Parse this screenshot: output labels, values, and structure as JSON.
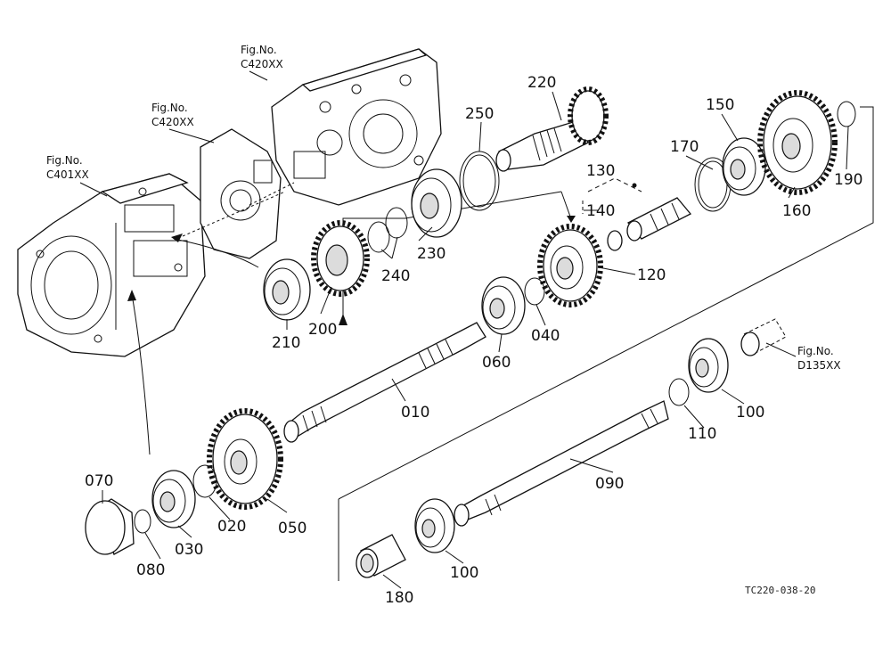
{
  "refs": [
    {
      "id": "ref-c401",
      "line1": "Fig.No.",
      "line2": "C401XX"
    },
    {
      "id": "ref-c420a",
      "line1": "Fig.No.",
      "line2": "C420XX"
    },
    {
      "id": "ref-c420b",
      "line1": "Fig.No.",
      "line2": "C420XX"
    },
    {
      "id": "ref-d135",
      "line1": "Fig.No.",
      "line2": "D135XX"
    }
  ],
  "labels": {
    "p010": "010",
    "p020": "020",
    "p030": "030",
    "p040": "040",
    "p050": "050",
    "p060": "060",
    "p070": "070",
    "p080": "080",
    "p090": "090",
    "p100a": "100",
    "p100b": "100",
    "p110": "110",
    "p120": "120",
    "p130": "130",
    "p140": "140",
    "p150": "150",
    "p160": "160",
    "p170": "170",
    "p180": "180",
    "p190": "190",
    "p200": "200",
    "p210": "210",
    "p220": "220",
    "p230": "230",
    "p240": "240",
    "p250": "250"
  },
  "drawing_number": "TC220-038-20"
}
